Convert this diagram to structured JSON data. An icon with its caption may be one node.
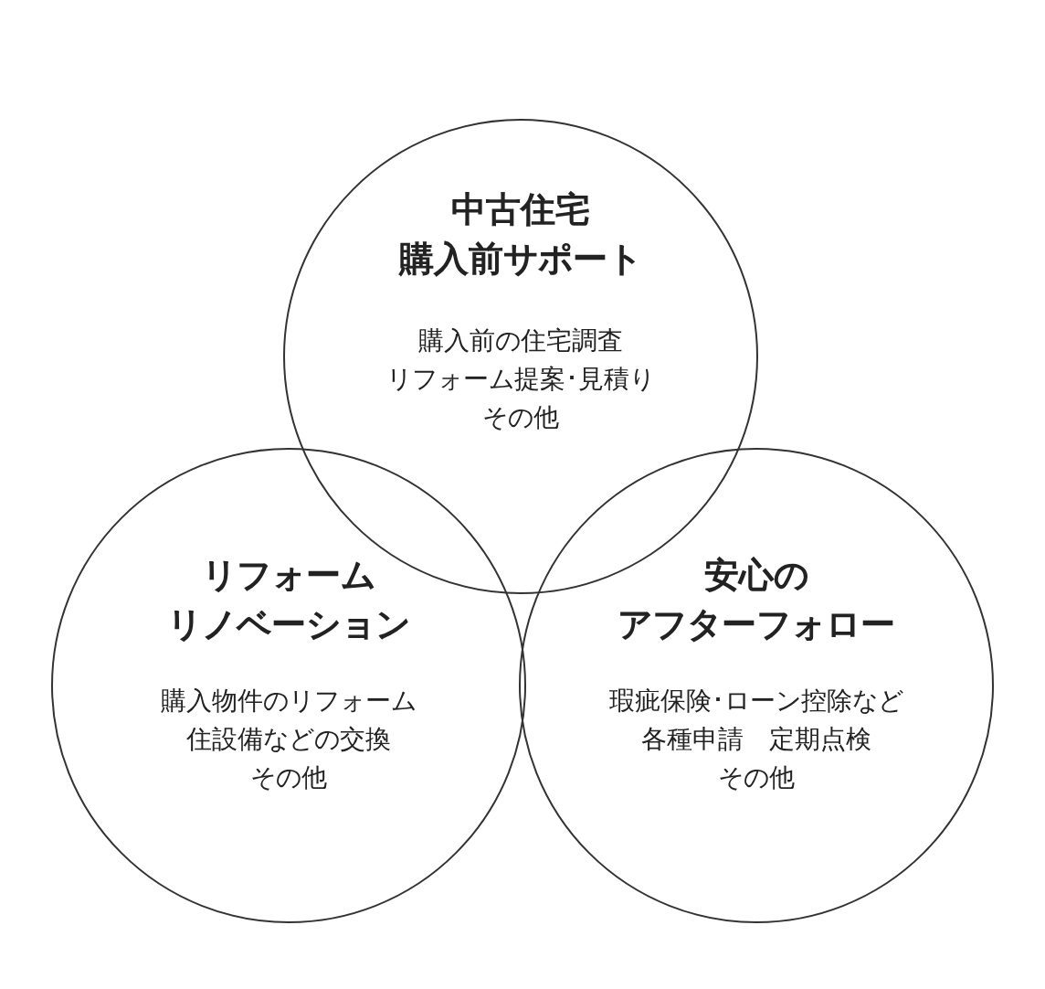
{
  "diagram": {
    "nodes": [
      {
        "text": [
          "中古住宅購入前サポート",
          "購入前の住宅調査リフォーム提案･見積りその他"
        ]
      },
      {
        "text": [
          "リフォームリノベーション",
          "購入物件のリフォーム住設備などの交換その他"
        ]
      },
      {
        "text": [
          "安心のアフターフォロー",
          "瑕疵保険･ローン控除など各種申請　定期点検その他"
        ]
      }
    ]
  }
}
